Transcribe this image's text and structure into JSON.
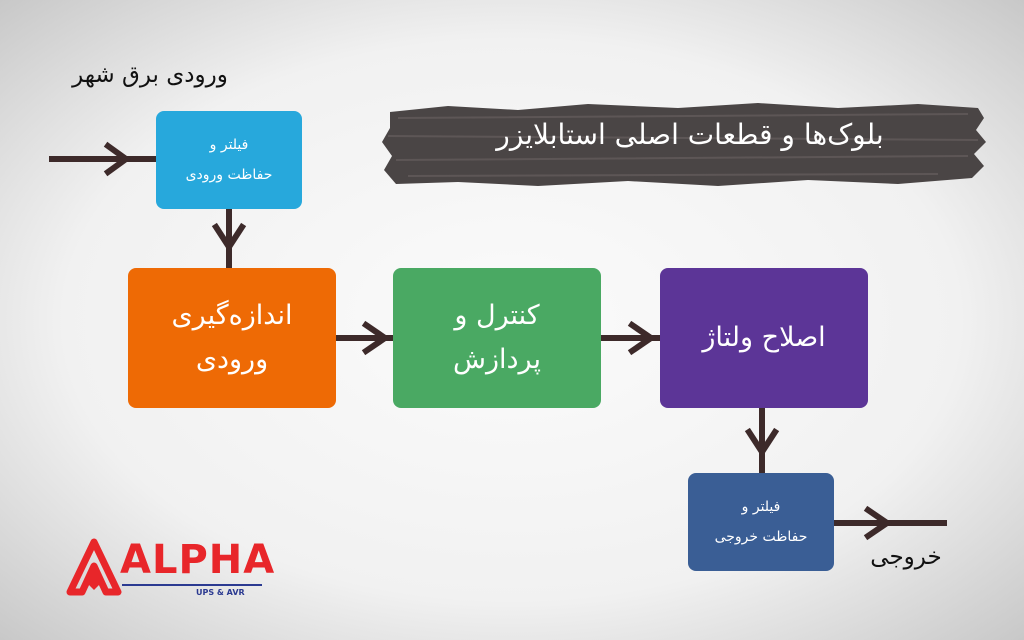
{
  "diagram": {
    "banner_title": "بلوک‌ها و قطعات اصلی استابلایزر",
    "input_label": "ورودی برق شهر",
    "output_label": "خروجی",
    "blocks": {
      "input_filter": {
        "line1": "فیلتر و",
        "line2": "حفاظت ورودی",
        "color": "#27a8dc"
      },
      "input_measure": {
        "line1": "اندازه‌گیری",
        "line2": "ورودی",
        "color": "#ee6a05"
      },
      "control": {
        "line1": "کنترل و",
        "line2": "پردازش",
        "color": "#4aa963"
      },
      "voltage_correction": {
        "line1": "اصلاح ولتاژ",
        "color": "#5c3597"
      },
      "output_filter": {
        "line1": "فیلتر و",
        "line2": "حفاظت خروجی",
        "color": "#3a5e95"
      }
    },
    "arrow_color": "#3d2a2a"
  },
  "logo": {
    "word": "ALPHA",
    "subtitle": "UPS & AVR",
    "color": "#e8262a",
    "accent": "#2b3a91"
  }
}
